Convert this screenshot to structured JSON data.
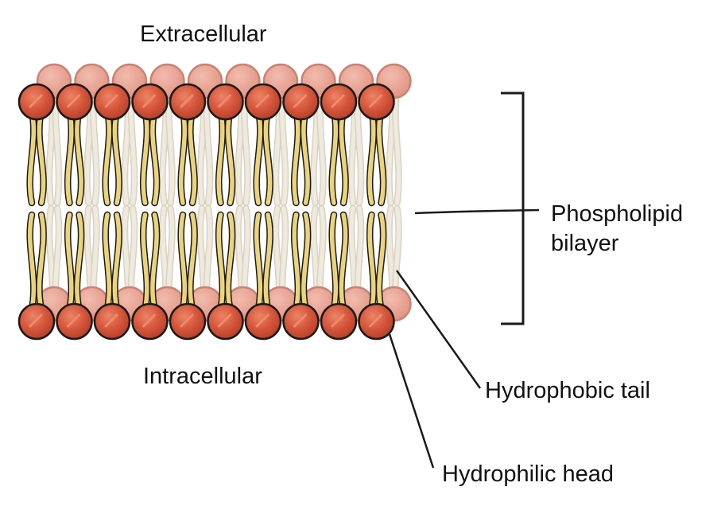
{
  "diagram": {
    "labels": {
      "extracellular": "Extracellular",
      "intracellular": "Intracellular",
      "bilayer_line1": "Phospholipid",
      "bilayer_line2": "bilayer",
      "hydrophobic_tail": "Hydrophobic tail",
      "hydrophilic_head": "Hydrophilic head"
    },
    "molecules_per_row": 10,
    "colors": {
      "head_front": "#d4553a",
      "head_back": "#e8a494",
      "tail_front": "#ebd37c",
      "tail_back": "#efeadd",
      "outline": "#1a1a1a"
    }
  }
}
